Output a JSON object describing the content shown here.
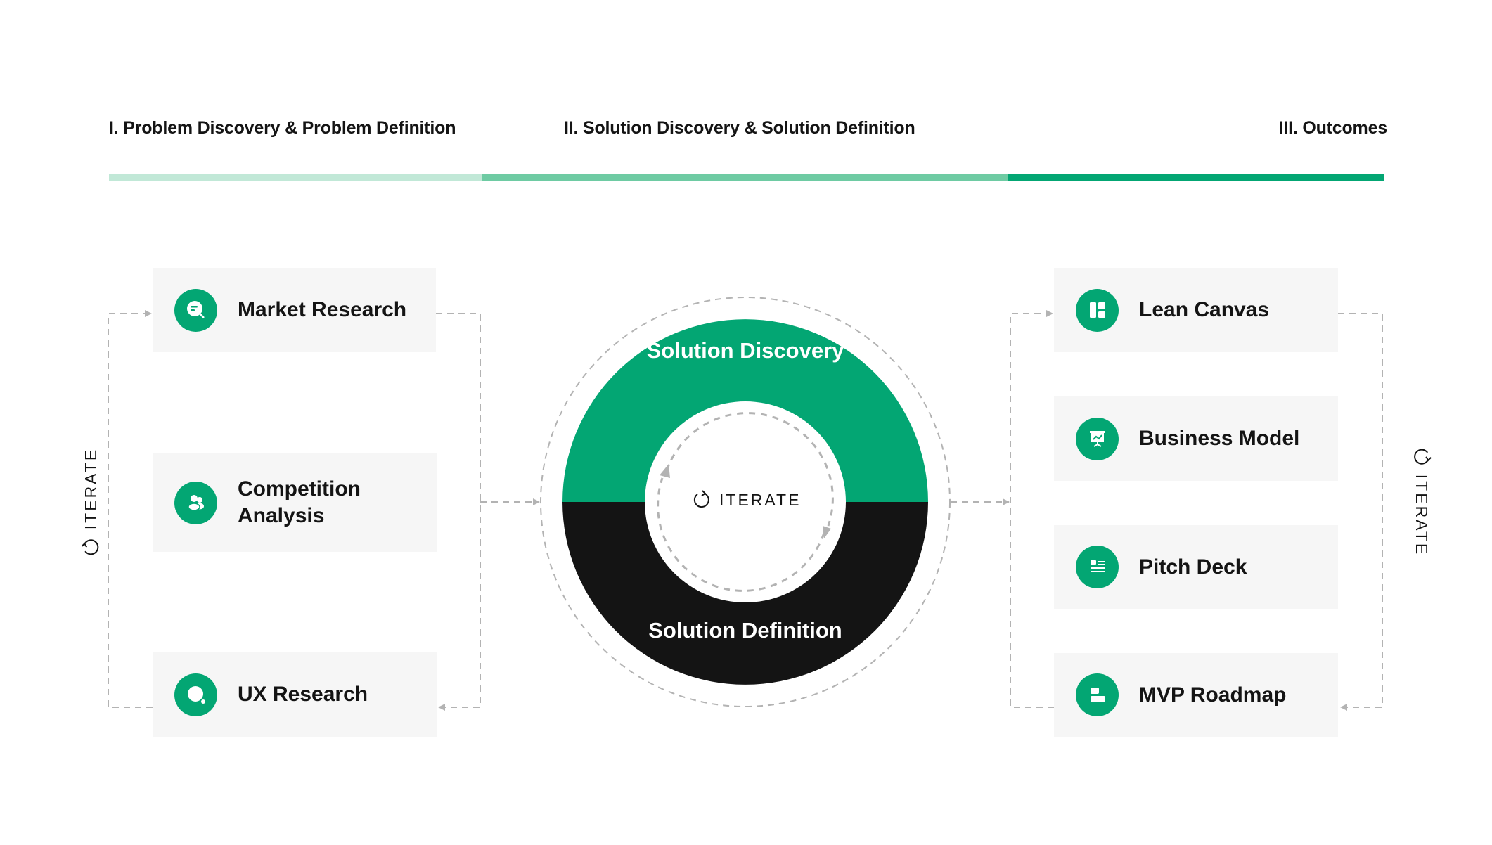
{
  "phases": [
    {
      "label": "I. Problem Discovery & Problem Definition",
      "color": "#c1e8d7"
    },
    {
      "label": "II. Solution Discovery & Solution Definition",
      "color": "#6ecba3"
    },
    {
      "label": "III. Outcomes",
      "color": "#03a673"
    }
  ],
  "problem_items": [
    {
      "label": "Market Research",
      "icon": "chat-search-icon"
    },
    {
      "label": "Competition Analysis",
      "icon": "users-icon"
    },
    {
      "label": "UX Research",
      "icon": "magnifier-icon"
    }
  ],
  "cycle": {
    "top_label": "Solution Discovery",
    "bottom_label": "Solution Definition",
    "center_label": "ITERATE",
    "top_color": "#03a673",
    "bottom_color": "#141414"
  },
  "outcome_items": [
    {
      "label": "Lean Canvas",
      "icon": "canvas-layout-icon"
    },
    {
      "label": "Business Model",
      "icon": "presentation-chart-icon"
    },
    {
      "label": "Pitch Deck",
      "icon": "document-lines-icon"
    },
    {
      "label": "MVP Roadmap",
      "icon": "stacked-blocks-icon"
    }
  ],
  "side_labels": {
    "left": "ITERATE",
    "right": "ITERATE"
  },
  "colors": {
    "accent": "#03a673",
    "dark": "#141414",
    "box_bg": "#f6f6f6",
    "connector": "#b3b3b3"
  }
}
